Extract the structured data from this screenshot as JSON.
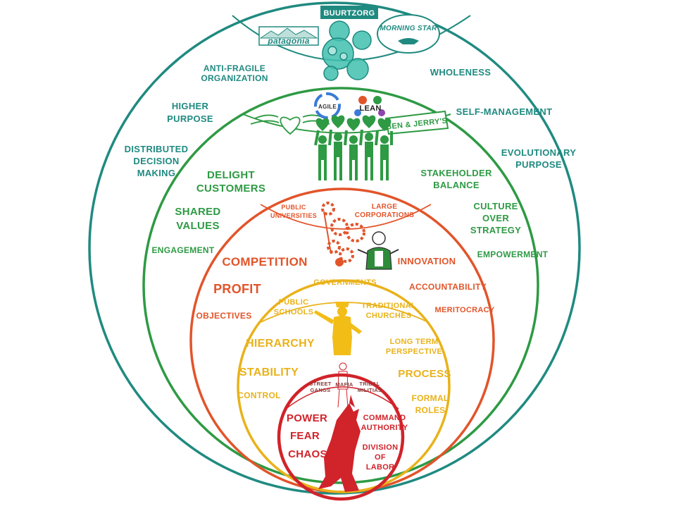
{
  "colors": {
    "teal": "#1f8a80",
    "green": "#2e9a44",
    "orange": "#e2542a",
    "amber": "#e9b21a",
    "red": "#d1232a"
  },
  "teal_layer": {
    "logos": {
      "patagonia": "patagonia",
      "buurtzorg": "BUURTZORG",
      "morning_star": "MORNING STAR"
    },
    "labels": {
      "anti_fragile_1": "ANTI-FRAGILE",
      "anti_fragile_2": "ORGANIZATION",
      "higher_purpose_1": "HIGHER",
      "higher_purpose_2": "PURPOSE",
      "distributed_1": "DISTRIBUTED",
      "distributed_2": "DECISION",
      "distributed_3": "MAKING",
      "wholeness": "WHOLENESS",
      "self_management": "SELF-MANAGEMENT",
      "evolutionary_1": "EVOLUTIONARY",
      "evolutionary_2": "PURPOSE"
    }
  },
  "green_layer": {
    "logos": {
      "agile": "AGILE",
      "lean": "LEAN",
      "ben_jerrys": "BEN & JERRY'S"
    },
    "labels": {
      "delight_1": "DELIGHT",
      "delight_2": "CUSTOMERS",
      "shared_1": "SHARED",
      "shared_2": "VALUES",
      "engagement": "ENGAGEMENT",
      "stakeholder_1": "STAKEHOLDER",
      "stakeholder_2": "BALANCE",
      "culture_1": "CULTURE",
      "culture_2": "OVER",
      "culture_3": "STRATEGY",
      "empowerment": "EMPOWERMENT"
    }
  },
  "orange_layer": {
    "labels": {
      "public_univ_1": "PUBLIC",
      "public_univ_2": "UNIVERSITIES",
      "large_corp_1": "LARGE",
      "large_corp_2": "CORPORATIONS",
      "competition": "COMPETITION",
      "innovation": "INNOVATION",
      "profit": "PROFIT",
      "accountability": "ACCOUNTABILITY",
      "objectives": "OBJECTIVES",
      "meritocracy": "MERITOCRACY"
    }
  },
  "amber_layer": {
    "labels": {
      "governments": "GOVERNMENTS",
      "public_schools_1": "PUBLIC",
      "public_schools_2": "SCHOOLS",
      "churches_1": "TRADITIONAL",
      "churches_2": "CHURCHES",
      "hierarchy": "HIERARCHY",
      "long_term_1": "LONG TERM",
      "long_term_2": "PERSPECTIVE",
      "stability": "STABILITY",
      "process": "PROCESS",
      "control": "CONTROL",
      "formal_1": "FORMAL",
      "formal_2": "ROLES"
    }
  },
  "red_layer": {
    "labels": {
      "street_gangs_1": "STREET",
      "street_gangs_2": "GANGS",
      "mafia": "MAFIA",
      "tribal_1": "TRIBAL",
      "tribal_2": "MILITIAS",
      "power": "POWER",
      "fear": "FEAR",
      "chaos": "CHAOS",
      "command_1": "COMMAND",
      "command_2": "AUTHORITY",
      "division_1": "DIVISION",
      "division_2": "OF",
      "division_3": "LABOR"
    }
  }
}
